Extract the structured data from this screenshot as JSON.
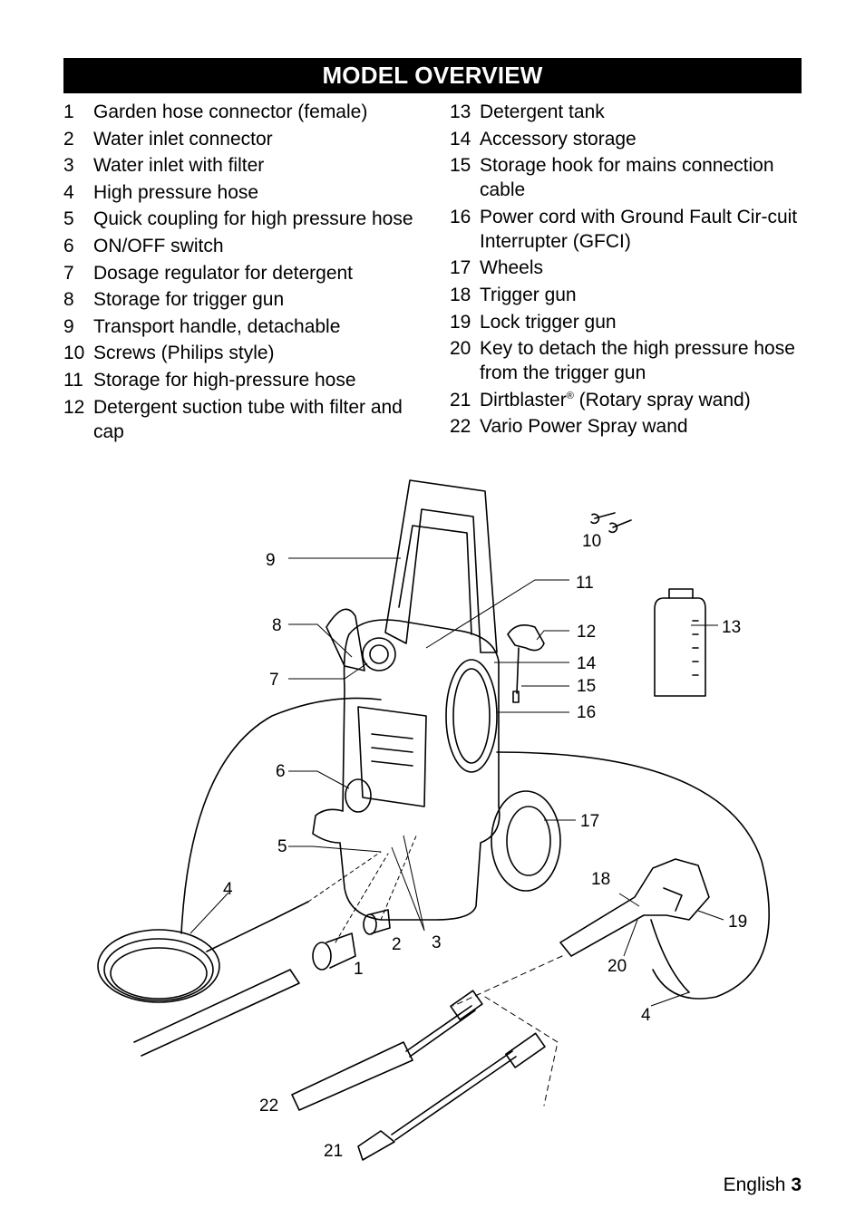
{
  "header": {
    "title": "MODEL OVERVIEW"
  },
  "parts_left": [
    {
      "num": "1",
      "text": "Garden hose connector (female)"
    },
    {
      "num": "2",
      "text": "Water inlet connector"
    },
    {
      "num": "3",
      "text": "Water inlet with filter"
    },
    {
      "num": "4",
      "text": "High pressure hose"
    },
    {
      "num": "5",
      "text": "Quick coupling for high pressure hose"
    },
    {
      "num": "6",
      "text": "ON/OFF switch"
    },
    {
      "num": "7",
      "text": "Dosage regulator for detergent"
    },
    {
      "num": "8",
      "text": "Storage for trigger gun"
    },
    {
      "num": "9",
      "text": "Transport handle, detachable"
    },
    {
      "num": "10",
      "text": "Screws (Philips style)"
    },
    {
      "num": "11",
      "text": "Storage for high-pressure hose"
    },
    {
      "num": "12",
      "text": "Detergent suction tube with filter and cap"
    }
  ],
  "parts_right": [
    {
      "num": "13",
      "text": "Detergent tank"
    },
    {
      "num": "14",
      "text": "Accessory storage"
    },
    {
      "num": "15",
      "text": "Storage hook for mains connection cable"
    },
    {
      "num": "16",
      "text": "Power cord with Ground Fault Cir-cuit Interrupter (GFCI)"
    },
    {
      "num": "17",
      "text": "Wheels"
    },
    {
      "num": "18",
      "text": "Trigger gun"
    },
    {
      "num": "19",
      "text": "Lock trigger gun"
    },
    {
      "num": "20",
      "text": "Key to detach the high pressure hose from the trigger gun"
    },
    {
      "num": "21",
      "text": "Dirtblaster",
      "sup": "®",
      "text_after": " (Rotary spray wand)"
    },
    {
      "num": "22",
      "text": "Vario Power Spray wand"
    }
  ],
  "diagram": {
    "callouts": [
      "1",
      "2",
      "3",
      "4",
      "4",
      "5",
      "6",
      "7",
      "8",
      "9",
      "10",
      "11",
      "12",
      "13",
      "14",
      "15",
      "16",
      "17",
      "18",
      "19",
      "20",
      "21",
      "22"
    ]
  },
  "footer": {
    "language": "English",
    "page_number": "3"
  }
}
